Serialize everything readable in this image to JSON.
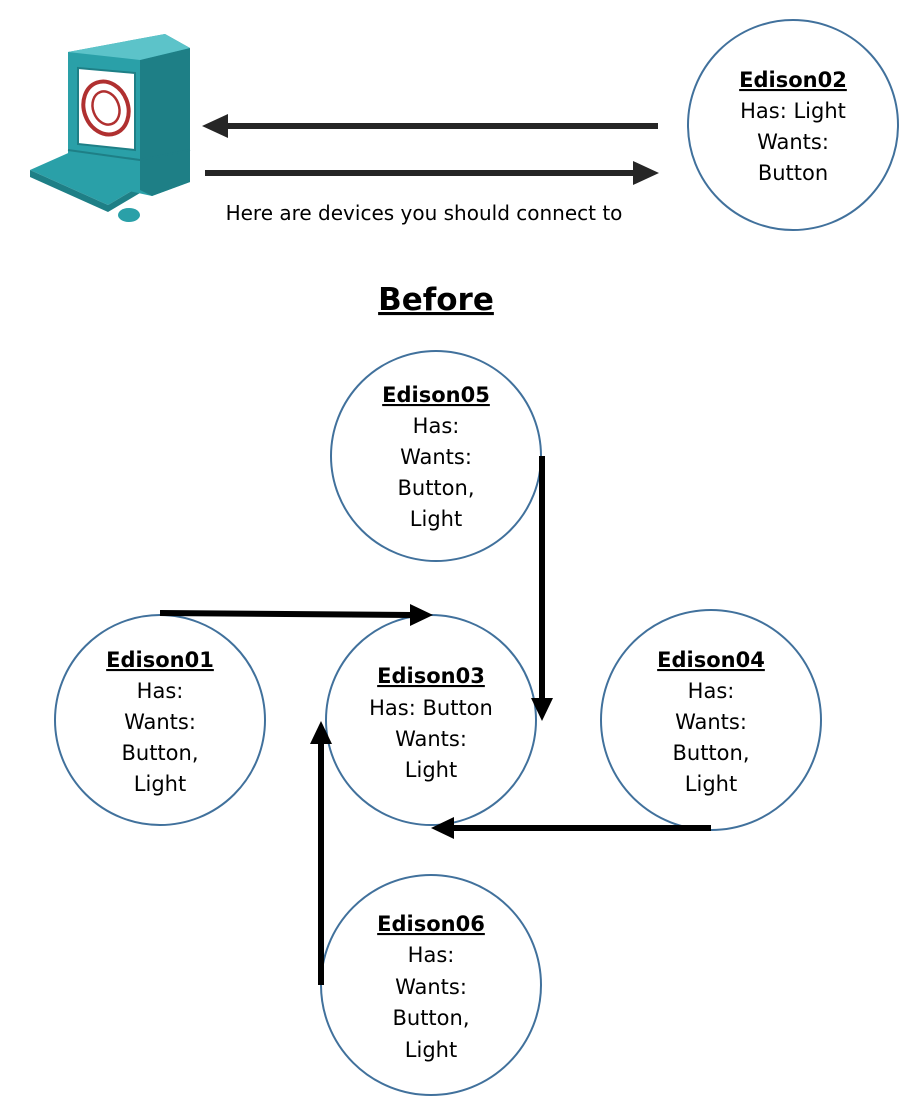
{
  "colors": {
    "node_border": "#41719c",
    "arrow": "#000000",
    "server_arrow": "#262626",
    "computer_body": "#2aa0a8",
    "computer_dark": "#1e7f86",
    "computer_light": "#5cc3c9",
    "logo_ring": "#b03030"
  },
  "server": {
    "icon": "computer-icon",
    "caption": "Here are devices you should connect to"
  },
  "section": {
    "title": "Before"
  },
  "nodes": {
    "edison02": {
      "name": "Edison02",
      "lines": [
        "Has: Light",
        "Wants:",
        "Button"
      ]
    },
    "edison05": {
      "name": "Edison05",
      "lines": [
        "Has:",
        "Wants:",
        "Button,",
        "Light"
      ]
    },
    "edison01": {
      "name": "Edison01",
      "lines": [
        "Has:",
        "Wants:",
        "Button,",
        "Light"
      ]
    },
    "edison03": {
      "name": "Edison03",
      "lines": [
        "Has: Button",
        "Wants:",
        "Light"
      ]
    },
    "edison04": {
      "name": "Edison04",
      "lines": [
        "Has:",
        "Wants:",
        "Button,",
        "Light"
      ]
    },
    "edison06": {
      "name": "Edison06",
      "lines": [
        "Has:",
        "Wants:",
        "Button,",
        "Light"
      ]
    }
  },
  "connections": [
    {
      "from": "Edison01",
      "to": "Edison03"
    },
    {
      "from": "Edison05",
      "to": "Edison03"
    },
    {
      "from": "Edison04",
      "to": "Edison03"
    },
    {
      "from": "Edison06",
      "to": "Edison03"
    }
  ]
}
